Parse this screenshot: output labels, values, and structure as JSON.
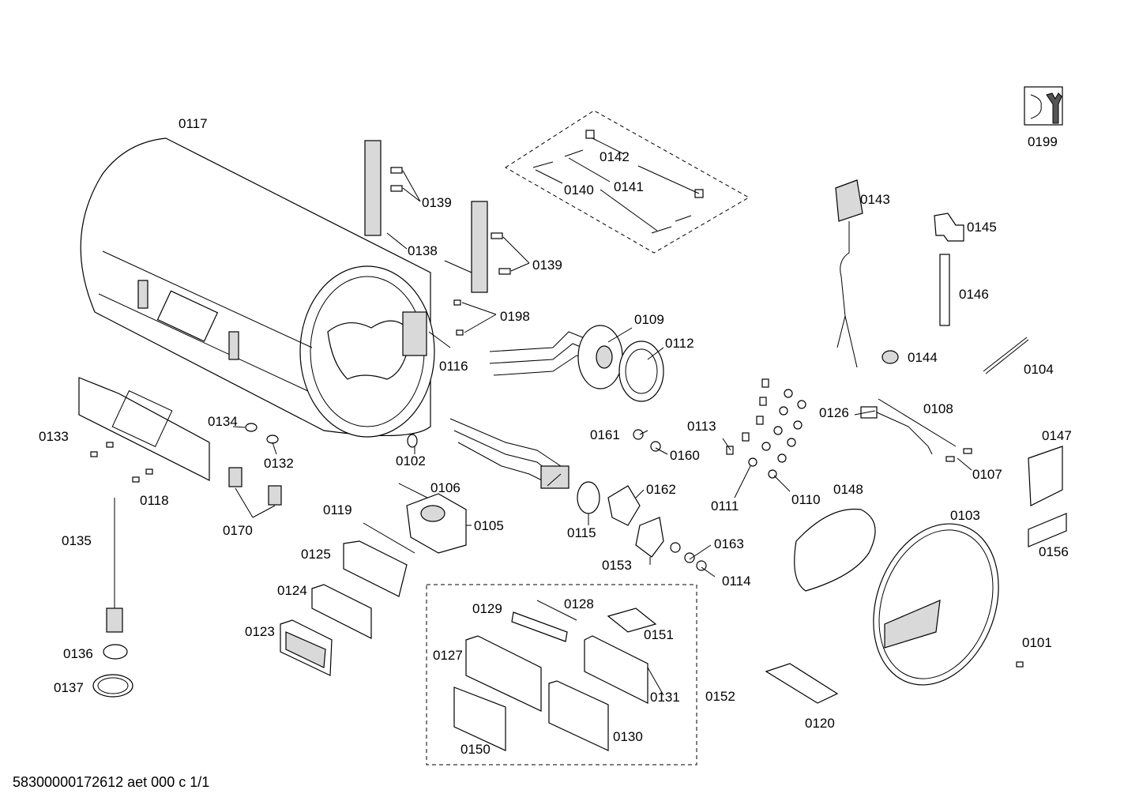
{
  "diagram": {
    "labels": {
      "p0101": "0101",
      "p0102": "0102",
      "p0103": "0103",
      "p0104": "0104",
      "p0105": "0105",
      "p0106": "0106",
      "p0107": "0107",
      "p0108": "0108",
      "p0109": "0109",
      "p0110": "0110",
      "p0111": "0111",
      "p0112": "0112",
      "p0113": "0113",
      "p0114": "0114",
      "p0115": "0115",
      "p0116": "0116",
      "p0117": "0117",
      "p0118": "0118",
      "p0119": "0119",
      "p0120": "0120",
      "p0123": "0123",
      "p0124": "0124",
      "p0125": "0125",
      "p0126": "0126",
      "p0127": "0127",
      "p0128": "0128",
      "p0129": "0129",
      "p0130": "0130",
      "p0131": "0131",
      "p0132": "0132",
      "p0133": "0133",
      "p0134": "0134",
      "p0135": "0135",
      "p0136": "0136",
      "p0137": "0137",
      "p0138": "0138",
      "p0139a": "0139",
      "p0139b": "0139",
      "p0140": "0140",
      "p0141": "0141",
      "p0142": "0142",
      "p0143": "0143",
      "p0144": "0144",
      "p0145": "0145",
      "p0146": "0146",
      "p0147": "0147",
      "p0148": "0148",
      "p0150": "0150",
      "p0151": "0151",
      "p0152": "0152",
      "p0153": "0153",
      "p0156": "0156",
      "p0160": "0160",
      "p0161": "0161",
      "p0162": "0162",
      "p0163": "0163",
      "p0170": "0170",
      "p0198": "0198",
      "p0199": "0199"
    },
    "footer": "58300000172612 aet 000 c 1/1",
    "icons": {
      "service": "service-wrench-icon"
    }
  }
}
